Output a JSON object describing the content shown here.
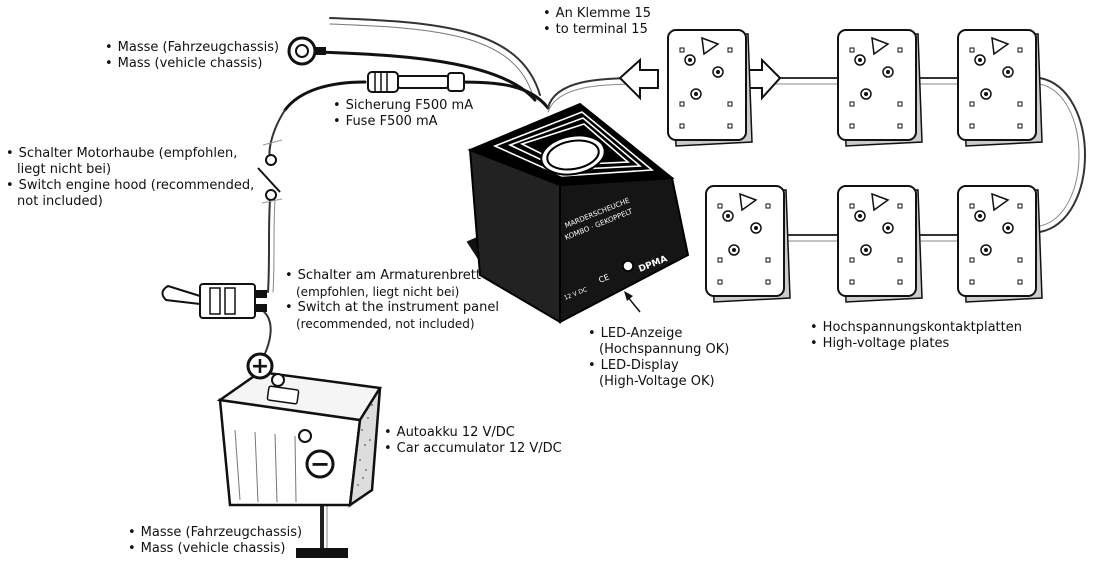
{
  "device": {
    "brand": "DPMA",
    "model": "KOMBO",
    "label_lines": [
      "MARDERSCHEUCHE",
      "KOMBO · GEKOPPELT"
    ],
    "small_print": [
      "12 V DC",
      "CE",
      "DPMA"
    ]
  },
  "labels": {
    "terminal15": {
      "de": "An Klemme 15",
      "en": "to terminal 15"
    },
    "mass_top": {
      "de": "Masse (Fahrzeugchassis)",
      "en": "Mass (vehicle chassis)"
    },
    "fuse": {
      "de": "Sicherung F500 mA",
      "en": "Fuse F500 mA"
    },
    "hood_switch": {
      "de": "Schalter Motorhaube (empfohlen,",
      "de_cont": "liegt nicht bei)",
      "en": "Switch engine hood (recommended,",
      "en_cont": "not included)"
    },
    "dash_switch": {
      "de": "Schalter am Armaturenbrett",
      "de_cont": "(empfohlen, liegt nicht bei)",
      "en": "Switch at the instrument panel",
      "en_cont": "(recommended, not included)"
    },
    "led": {
      "de": "LED-Anzeige",
      "de_cont": "(Hochspannung OK)",
      "en": "LED-Display",
      "en_cont": "(High-Voltage OK)"
    },
    "plates": {
      "de": "Hochspannungskontaktplatten",
      "en": "High-voltage plates"
    },
    "battery": {
      "de": "Autoakku 12 V/DC",
      "en": "Car accumulator 12 V/DC"
    },
    "mass_bottom": {
      "de": "Masse (Fahrzeugchassis)",
      "en": "Mass (vehicle chassis)"
    }
  },
  "symbols": {
    "plus": "+",
    "minus": "−"
  }
}
